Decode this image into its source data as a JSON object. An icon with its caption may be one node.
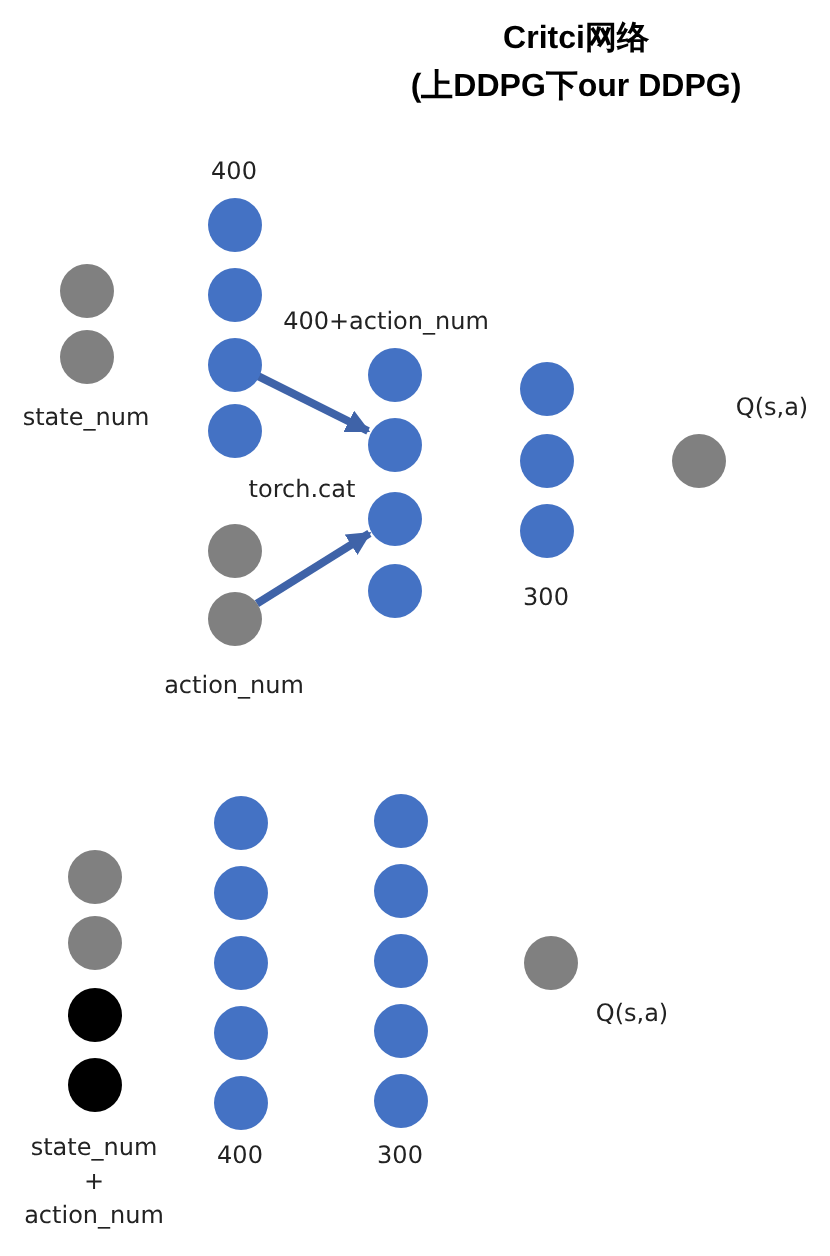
{
  "diagram": {
    "title": "Critci网络 (上DDPG下our DDPG)",
    "nodes": [
      {
        "text": [],
        "shape": "circle"
      },
      {
        "text": [],
        "shape": "circle"
      },
      {
        "text": [],
        "shape": "circle"
      },
      {
        "text": [],
        "shape": "circle"
      },
      {
        "text": [],
        "shape": "circle"
      },
      {
        "text": [],
        "shape": "circle"
      },
      {
        "text": [],
        "shape": "circle"
      },
      {
        "text": [],
        "shape": "circle"
      },
      {
        "text": [],
        "shape": "circle"
      },
      {
        "text": [],
        "shape": "circle"
      },
      {
        "text": [],
        "shape": "circle"
      },
      {
        "text": [],
        "shape": "circle"
      },
      {
        "text": [],
        "shape": "circle"
      },
      {
        "text": [],
        "shape": "circle"
      },
      {
        "text": [],
        "shape": "circle"
      },
      {
        "text": [],
        "shape": "circle"
      },
      {
        "text": [],
        "shape": "circle"
      },
      {
        "text": [],
        "shape": "circle"
      },
      {
        "text": [],
        "shape": "circle"
      },
      {
        "text": [],
        "shape": "circle"
      },
      {
        "text": [],
        "shape": "circle"
      },
      {
        "text": [],
        "shape": "circle"
      },
      {
        "text": [],
        "shape": "circle"
      },
      {
        "text": [],
        "shape": "circle"
      },
      {
        "text": [],
        "shape": "circle"
      },
      {
        "text": [],
        "shape": "circle"
      },
      {
        "text": [],
        "shape": "circle"
      },
      {
        "text": [],
        "shape": "circle"
      },
      {
        "text": [],
        "shape": "circle"
      },
      {
        "text": [],
        "shape": "circle"
      },
      {
        "text": [],
        "shape": "circle"
      }
    ],
    "edges": [
      {
        "from": 4,
        "to": 9,
        "arrow": "to"
      },
      {
        "from": 7,
        "to": 10,
        "arrow": "to"
      }
    ],
    "labels": [
      "400",
      "state_num",
      "400+action_num",
      "torch.cat",
      "action_num",
      "300",
      "Q(s,a)",
      "state_num + action_num",
      "400",
      "300",
      "Q(s,a)"
    ]
  }
}
